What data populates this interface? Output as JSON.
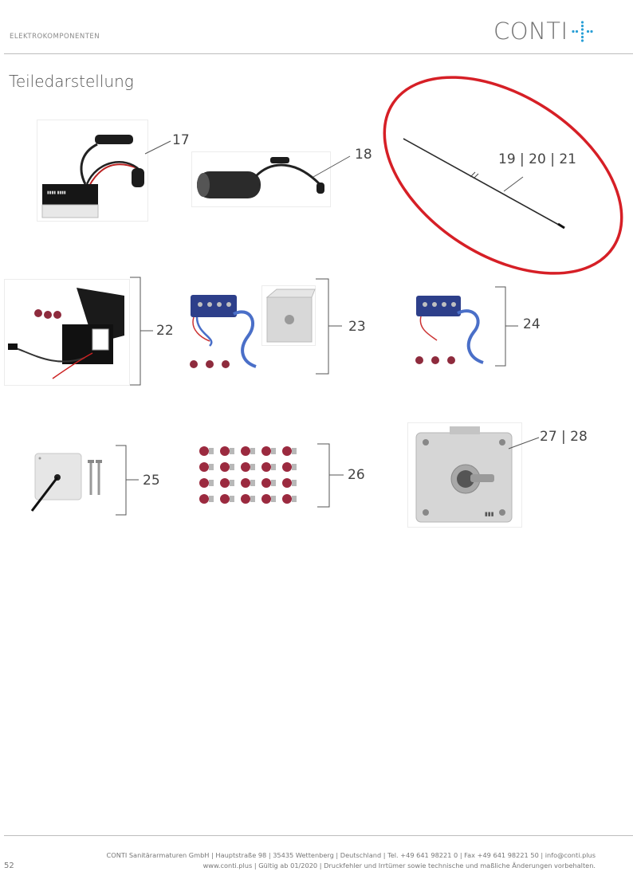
{
  "header": {
    "section_label": "ELEKTROKOMPONENTEN",
    "logo_text": "CONTI"
  },
  "page_title": "Teiledarstellung",
  "callouts": {
    "p17": "17",
    "p18": "18",
    "p19": "19 | 20 | 21",
    "p22": "22",
    "p23": "23",
    "p24": "24",
    "p25": "25",
    "p26": "26",
    "p27": "27 | 28"
  },
  "colors": {
    "highlight": "#d61f26",
    "logo_accent": "#2a9fd6",
    "cable_blue": "#4a6fc8",
    "plug_red": "#9b2a3f"
  },
  "footer": {
    "line1": "CONTI Sanitärarmaturen GmbH | Hauptstraße 98 | 35435 Wettenberg | Deutschland | Tel. +49 641 98221 0 | Fax +49 641 98221 50 | info@conti.plus",
    "line2": "www.conti.plus | Gültig ab 01/2020 | Druckfehler und Irrtümer sowie technische und maßliche Änderungen vorbehalten.",
    "page_number": "52"
  }
}
